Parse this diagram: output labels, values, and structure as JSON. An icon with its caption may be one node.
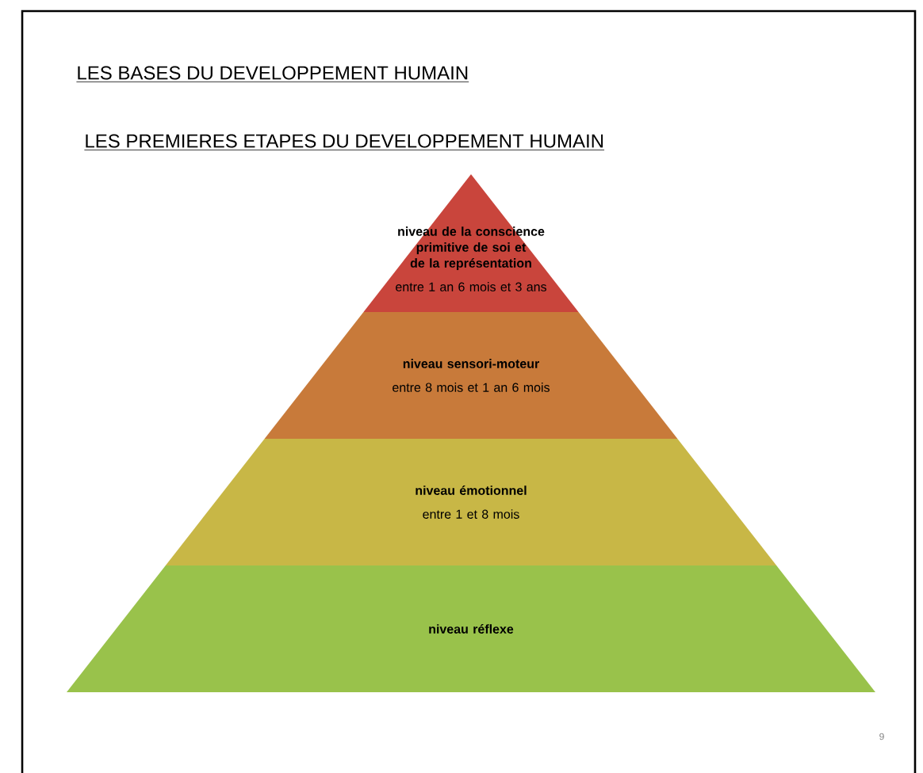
{
  "diagram": {
    "title": "LES BASES DU DEVELOPPEMENT HUMAIN",
    "nodes": [
      {
        "text": [
          "niveau de la conscience primitive de soi et de la représentation",
          "entre 1 an 6 mois et 3 ans"
        ]
      },
      {
        "text": [
          "niveau sensori-moteur",
          "entre 8 mois et 1 an 6 mois"
        ]
      },
      {
        "text": [
          "niveau émotionnel",
          "entre 1 et 8 mois"
        ]
      },
      {
        "text": [
          "niveau réflexe"
        ]
      }
    ],
    "labels": [
      "LES PREMIERES ETAPES DU DEVELOPPEMENT HUMAIN",
      "9"
    ]
  }
}
